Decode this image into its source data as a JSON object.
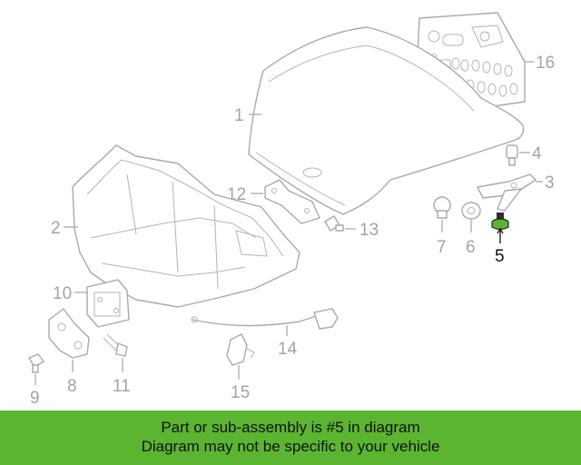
{
  "callouts": {
    "c1": "1",
    "c2": "2",
    "c3": "3",
    "c4": "4",
    "c5": "5",
    "c6": "6",
    "c7": "7",
    "c8": "8",
    "c9": "9",
    "c10": "10",
    "c11": "11",
    "c12": "12",
    "c13": "13",
    "c14": "14",
    "c15": "15",
    "c16": "16"
  },
  "highlight": {
    "part": "5",
    "color": "#5cb531"
  },
  "banner": {
    "line1": "Part or sub-assembly is #5 in diagram",
    "line2": "Diagram may not be specific to your vehicle",
    "background": "#5cb531"
  }
}
